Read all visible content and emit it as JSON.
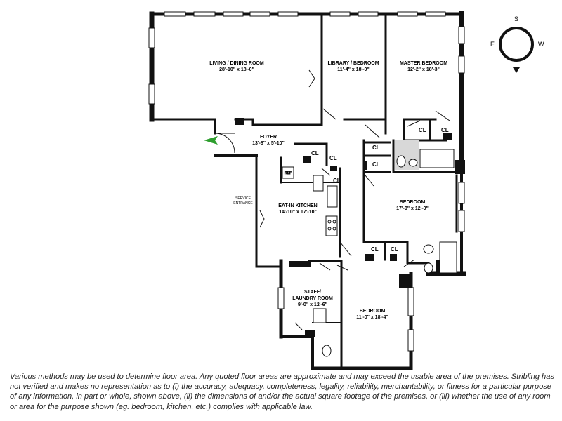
{
  "rooms": {
    "living": {
      "name": "LIVING / DINING ROOM",
      "dims": "28'-10\" x 18'-0\""
    },
    "library": {
      "name": "LIBRARY / BEDROOM",
      "dims": "11'-4\" x 18'-0\""
    },
    "master": {
      "name": "MASTER BEDROOM",
      "dims": "12'-2\" x 18'-3\""
    },
    "foyer": {
      "name": "FOYER",
      "dims": "13'-8\" x 5'-10\""
    },
    "kitchen": {
      "name": "EAT-IN KITCHEN",
      "dims": "14'-10\" x 17'-10\""
    },
    "bedroom1": {
      "name": "BEDROOM",
      "dims": "17'-0\" x 12'-0\""
    },
    "staff": {
      "name_line1": "STAFF/",
      "name_line2": "LAUNDRY ROOM",
      "dims": "9'-0\" x 12'-6\""
    },
    "bedroom2": {
      "name": "BEDROOM",
      "dims": "11'-0\" x 18'-4\""
    }
  },
  "closet_label": "CL",
  "service_entrance": {
    "line1": "SERVICE",
    "line2": "ENTRANCE"
  },
  "appliances": {
    "ref": "REF"
  },
  "compass": {
    "top": "S",
    "left": "E",
    "right": "W"
  },
  "disclaimer": "Various methods may be used to determine floor area. Any quoted floor areas are approximate and may exceed the usable area of the premises. Stribling has not verified and makes no representation as to (i) the accuracy, adequacy, completeness, legality, reliability, merchantability, or fitness for a particular purpose of any information, in part or whole, shown above, (ii) the dimensions of and/or the actual square footage of the premises, or (iii) whether the use of any room or area for the purpose shown (eg. bedroom, kitchen, etc.) complies with applicable law.",
  "colors": {
    "walls": "#111111",
    "entry_arrow": "#2e9e2e",
    "tile": "#d8d8d8"
  }
}
